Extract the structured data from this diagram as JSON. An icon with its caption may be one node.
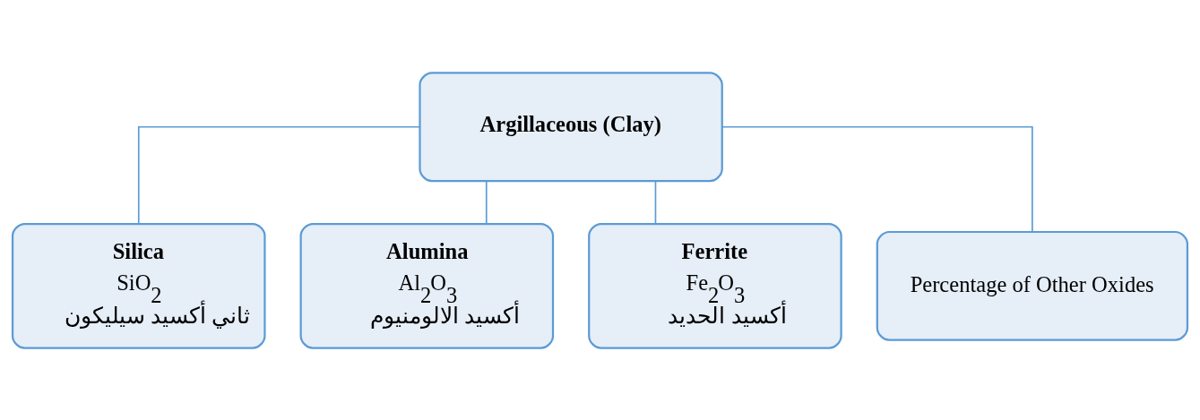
{
  "diagram": {
    "nodes": [
      {
        "text": [
          "Argillaceous (Clay)"
        ]
      },
      {
        "text": [
          "Silica",
          "SiO$_{2}$",
          "ثاني أكسيد سيليكون"
        ]
      },
      {
        "text": [
          "Alumina",
          "Al$_{2}$O$_{3}$",
          "أكسيد الالومنيوم"
        ]
      },
      {
        "text": [
          "Ferrite",
          "Fe$_{2}$O$_{3}$",
          "أكسيد الحديد"
        ]
      },
      {
        "text": [
          "Percentage of Other Oxides"
        ]
      }
    ],
    "edges": [
      {
        "from": 0,
        "to": 1,
        "arrow": "none"
      },
      {
        "from": 0,
        "to": 2,
        "arrow": "none"
      },
      {
        "from": 0,
        "to": 3,
        "arrow": "none"
      },
      {
        "from": 0,
        "to": 4,
        "arrow": "none"
      }
    ]
  }
}
